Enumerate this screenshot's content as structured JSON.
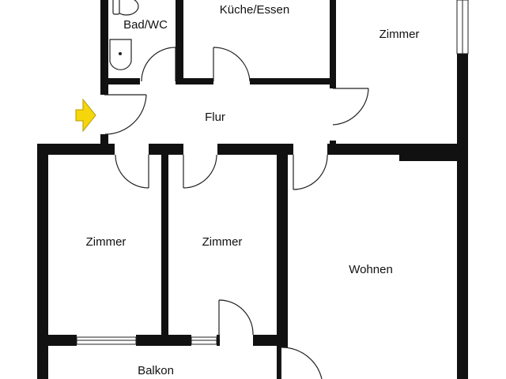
{
  "rooms": {
    "bad_wc": "Bad/WC",
    "kueche": "Küche/Essen",
    "zimmer_top_right": "Zimmer",
    "flur": "Flur",
    "zimmer_left": "Zimmer",
    "zimmer_middle": "Zimmer",
    "wohnen": "Wohnen",
    "balkon": "Balkon"
  },
  "colors": {
    "wall": "#111111",
    "entrance_arrow": "#f5d60a",
    "background": "#ffffff"
  },
  "icons": [
    "entrance-arrow-icon",
    "toilet-icon",
    "sink-icon"
  ]
}
